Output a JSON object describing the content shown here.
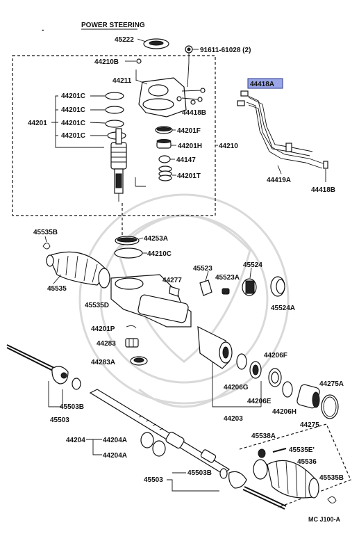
{
  "diagram": {
    "title": "POWER STEERING",
    "footer_code": "MC J100-A",
    "highlight_color": "#9aa6e8",
    "labels": {
      "p45222": "45222",
      "p91611": "91611-61028 (2)",
      "p44210B": "44210B",
      "p44211": "44211",
      "p44201C_1": "44201C",
      "p44201C_2": "44201C",
      "p44201C_3": "44201C",
      "p44201C_4": "44201C",
      "p44201": "44201",
      "p44418B_1": "44418B",
      "p44201F": "44201F",
      "p44201H": "44201H",
      "p44210": "44210",
      "p44147": "44147",
      "p44201T": "44201T",
      "p44418A": "44418A",
      "p44419A": "44419A",
      "p44418B_2": "44418B",
      "p45535B_1": "45535B",
      "p44253A": "44253A",
      "p44210C": "44210C",
      "p45535": "45535",
      "p45535D": "45535D",
      "p44277": "44277",
      "p45523": "45523",
      "p45523A": "45523A",
      "p45524": "45524",
      "p45524A": "45524A",
      "p44201P": "44201P",
      "p44283": "44283",
      "p44283A": "44283A",
      "p44206F": "44206F",
      "p44206G": "44206G",
      "p44206E": "44206E",
      "p44203": "44203",
      "p44206H": "44206H",
      "p44275A": "44275A",
      "p44275": "44275",
      "p45503B_1": "45503B",
      "p45503_1": "45503",
      "p44204": "44204",
      "p44204A_1": "44204A",
      "p44204A_2": "44204A",
      "p45538A": "45538A",
      "p45535E": "45535E'",
      "p45536": "45536",
      "p45535B_2": "45535B",
      "p45503_2": "45503",
      "p45503B_2": "45503B"
    }
  }
}
